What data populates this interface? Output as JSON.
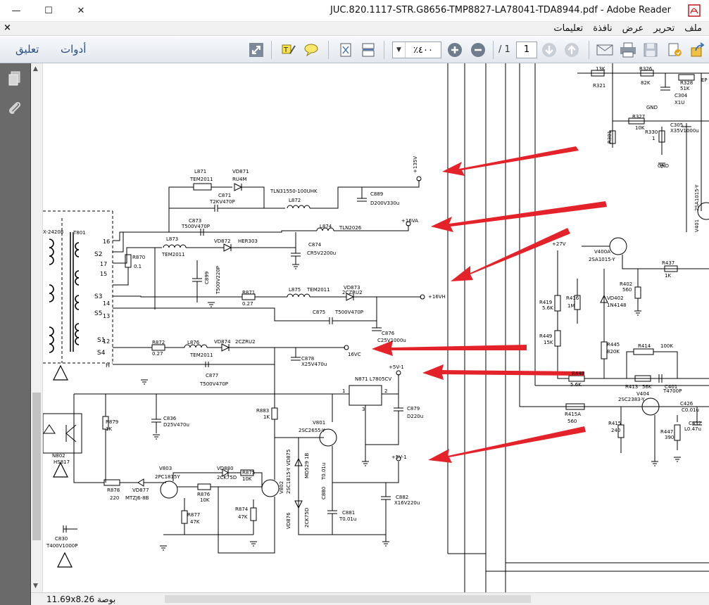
{
  "window": {
    "title": "JUC.820.1117-STR.G8656-TMP8827-LA78041-TDA8944.pdf - Adobe Reader",
    "minimize_glyph": "—",
    "maximize_glyph": "☐",
    "close_glyph": "✕"
  },
  "menu": {
    "close_glyph": "×",
    "items": [
      "ملف",
      "تحرير",
      "عرض",
      "نافذة",
      "تعليمات"
    ]
  },
  "toolbar": {
    "tools_label": "أدوات",
    "comment_label": "تعليق",
    "zoom_value": "٤٠٠٪",
    "page_current": "1",
    "page_total": "/ 1"
  },
  "status": {
    "page_size": "11.69x8.26 بوصة"
  },
  "schematic": {
    "labels": {
      "l871": "L871",
      "tem2011a": "TEM2011",
      "vd871": "VD871",
      "ru4m": "RU4M",
      "c871": "C871",
      "t2kv470p": "T2KV470P",
      "tln": "TLN31550-100UHK",
      "l872": "L872",
      "c889": "C889",
      "d200v": "D200V330u",
      "p135": "+135V",
      "x24208": "X-24208",
      "t801": "T801",
      "c873": "C873",
      "t500v470p": "T500V470P",
      "l874": "L874",
      "tln2026": "TLN2026",
      "p16va": "+16VA",
      "s2": "S2",
      "n16": "16",
      "n17": "17",
      "n15": "15",
      "n14": "14",
      "n13": "13",
      "n12": "12",
      "s3": "S3",
      "s5": "S5",
      "s1": "S1",
      "s4": "S4",
      "nh": "H",
      "r870": "R870",
      "r870v": "0.1",
      "l873": "L873",
      "tem2011b": "TEM2011",
      "vd872": "VD872",
      "her303": "HER303",
      "c874": "C874",
      "c874v": "CR5V2200u",
      "c899": "C899",
      "c899v": "T500V220P",
      "r871": "R871",
      "r871v": "0.27",
      "l875": "L875",
      "tem2011c": "TEM2011",
      "vd873": "VD873",
      "zcz": "2CZRU2",
      "p16vh": "+16VH",
      "c875": "C875",
      "c875v": "T500V470P",
      "c876": "C876",
      "c876v": "C25V1000u",
      "r872": "R872",
      "r872v": "0.27",
      "l876": "L876",
      "tem2011d": "TEM2011",
      "vd874": "VD874",
      "zcz2": "2CZRU2",
      "p16vc": "16VC",
      "c878": "C878",
      "c878v": "X25V470u",
      "c877": "C877",
      "c877v": "T500V470P",
      "n871": "N871 L7805CV",
      "p5v1a": "+5V-1",
      "n1": "1",
      "n2": "2",
      "n3": "3",
      "c879": "C879",
      "c879v": "D220u",
      "r879": "R879",
      "r879v": "1K",
      "c836": "C836",
      "c836v": "D25V470u",
      "r883": "R883",
      "r883v": "1K",
      "v801": "V801",
      "v801v": "2SC2655-Y",
      "n802": "N802",
      "hs817": "HS817",
      "v803": "V803",
      "v803v": "2PC1815Y",
      "vd880": "VD880",
      "vd880v": "2CK75D",
      "r875": "R875",
      "r875v": "10K",
      "r878": "R878",
      "r878v": "220",
      "vd877": "VD877",
      "vd877v": "MTZJ6-8B",
      "r876": "R876",
      "r876v": "10K",
      "v802": "V802",
      "r874": "R874",
      "r874v": "47K",
      "r877": "R877",
      "r877v": "47K",
      "vd875": "2SC1815-Y VD875",
      "vd875b": "MD529 1B",
      "c880": "C880",
      "c880v": "T0.01u",
      "vd876": "VD876",
      "vd876v": "2CK75D",
      "c881": "C881",
      "c881v": "T0.01u",
      "p5v1b": "+5V-1",
      "c882": "C882",
      "c882v": "X16V220u",
      "c830": "C830",
      "c830v": "T400V1000P",
      "r321": "R321",
      "k13": "13K",
      "r326": "R326",
      "k82": "82K",
      "r328": "R328",
      "k51": "51K",
      "ep": "EP",
      "c304": "C304",
      "c304v": "X1U",
      "gnd1": "GND",
      "r327": "R327",
      "k10": "10K",
      "r330": "R330",
      "r330v": "1",
      "c305": "C305",
      "c305v": "X35V1000u",
      "r301": "R301",
      "gnd2": "GND",
      "p27v": "+27V",
      "v400a": "V400A",
      "v400av": "2SA1015-Y",
      "v401": "V401",
      "v401v": "2SA1015-Y",
      "r437": "R437",
      "r437v": "1K",
      "r402": "R402",
      "r402v": "560",
      "r419": "R419",
      "r419v": "5.6K",
      "r416": "R416",
      "r416v": "1M",
      "vd402": "VD402",
      "vd402v": "1N4148",
      "r449": "R449",
      "r449v": "15K",
      "r445": "R445",
      "r445v": "820K",
      "r414": "R414",
      "r414v": "100K",
      "r448": "R448",
      "r448v": "5.6K",
      "r413": "R413",
      "r413v": "56K",
      "c401": "C401",
      "c401v": "T4700P",
      "v404": "V404",
      "v404v": "2SC2383-Y",
      "c426": "C426",
      "c426v": "C0.01u",
      "r415a": "R415A",
      "r415av": "560",
      "r415": "R415",
      "r415v": "240",
      "r447": "R447",
      "r447v": "390",
      "c432": "C432",
      "c432v": "L0.47u"
    }
  }
}
